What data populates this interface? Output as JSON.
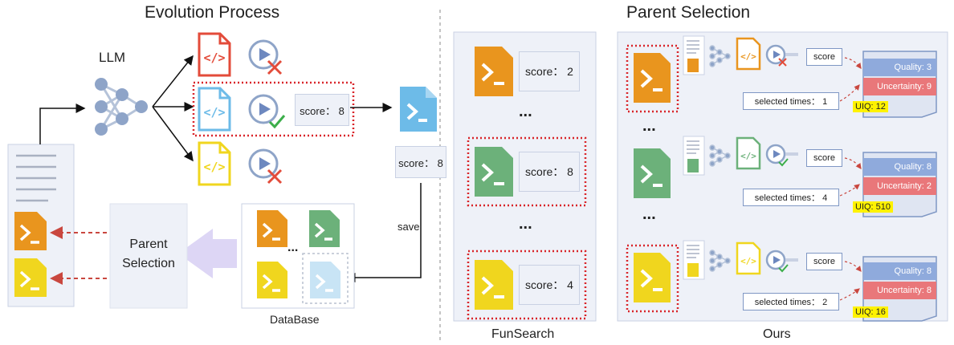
{
  "titles": {
    "left": "Evolution Process",
    "right": "Parent Selection"
  },
  "left": {
    "llm_label": "LLM",
    "selected_score": "score： 8",
    "saved_score": "score： 8",
    "save_label": "save",
    "parent_selection_line1": "Parent",
    "parent_selection_line2": "Selection",
    "database_label": "DataBase",
    "database_dots": "..."
  },
  "funsearch": {
    "caption": "FunSearch",
    "scores": [
      "score： 2",
      "score： 8",
      "score： 4"
    ],
    "dots": "..."
  },
  "ours": {
    "caption": "Ours",
    "dots": "...",
    "score_label": "score",
    "rows": [
      {
        "quality": "Quality: 3",
        "uncertainty": "Uncertainty: 9",
        "uiq": "UIQ: 12",
        "selected": "selected times： 1",
        "color": "#e9951e"
      },
      {
        "quality": "Quality: 8",
        "uncertainty": "Uncertainty: 2",
        "uiq": "UIQ: 510",
        "selected": "selected times： 4",
        "color": "#6cb17a"
      },
      {
        "quality": "Quality: 8",
        "uncertainty": "Uncertainty: 8",
        "uiq": "UIQ: 16",
        "selected": "selected times： 2",
        "color": "#f0d61e"
      }
    ]
  },
  "colors": {
    "orange": "#e9951e",
    "green": "#6cb17a",
    "yellow": "#f0d61e",
    "blue": "#6dbbe8",
    "red": "#e34b3a",
    "panel": "#eef1f8",
    "dotted_red": "#d9252a",
    "accent_blue": "#5b84c4"
  }
}
